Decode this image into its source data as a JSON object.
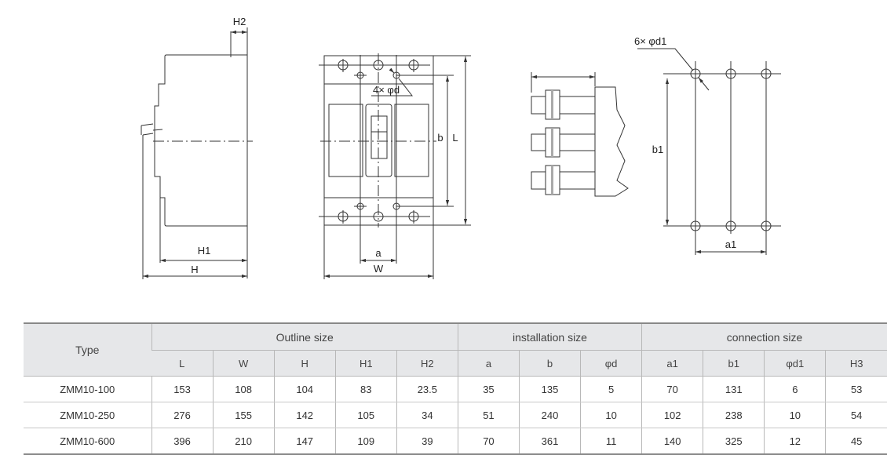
{
  "drawing": {
    "side": {
      "h2": "H2",
      "h1": "H1",
      "h": "H"
    },
    "front": {
      "holes": "4× φd",
      "b": "b",
      "l": "L",
      "a": "a",
      "w": "W"
    },
    "connection": {
      "holes": "6× φd1",
      "b1": "b1",
      "a1": "a1"
    }
  },
  "table": {
    "type_header": "Type",
    "groups": [
      "Outline size",
      "installation size",
      "connection size"
    ],
    "columns": [
      "L",
      "W",
      "H",
      "H1",
      "H2",
      "a",
      "b",
      "φd",
      "a1",
      "b1",
      "φd1",
      "H3"
    ],
    "rows": [
      [
        "ZMM10-100",
        "153",
        "108",
        "104",
        "83",
        "23.5",
        "35",
        "135",
        "5",
        "70",
        "131",
        "6",
        "53"
      ],
      [
        "ZMM10-250",
        "276",
        "155",
        "142",
        "105",
        "34",
        "51",
        "240",
        "10",
        "102",
        "238",
        "10",
        "54"
      ],
      [
        "ZMM10-600",
        "396",
        "210",
        "147",
        "109",
        "39",
        "70",
        "361",
        "11",
        "140",
        "325",
        "12",
        "45"
      ]
    ]
  }
}
